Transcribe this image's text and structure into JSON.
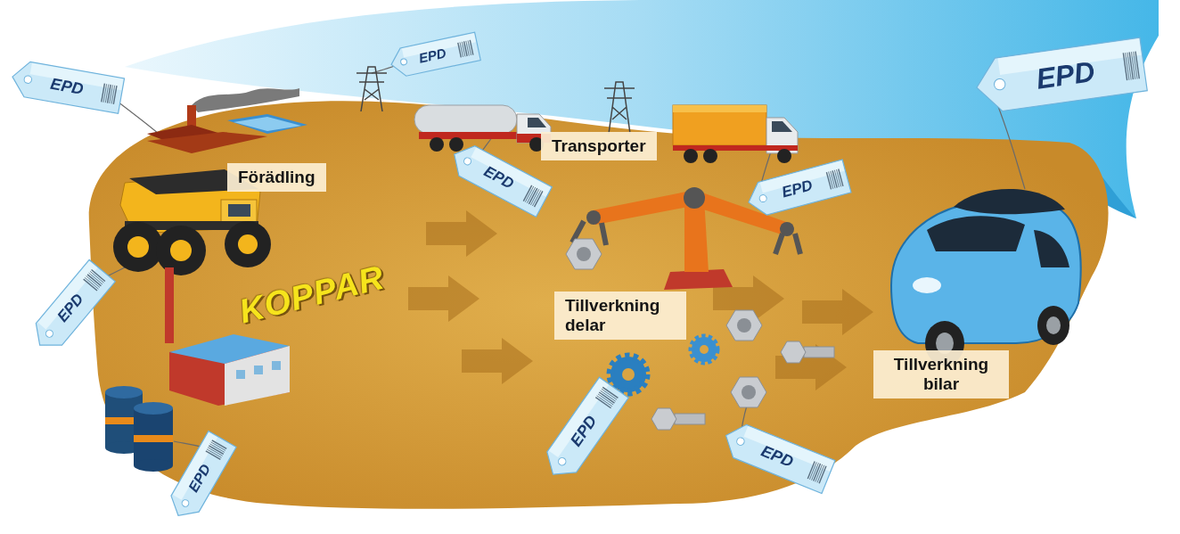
{
  "diagram": {
    "nodes": [
      {
        "text": [
          "EPD"
        ]
      },
      {
        "text": [
          "EPD"
        ]
      },
      {
        "text": [
          "Transporter"
        ]
      },
      {
        "text": [
          "EPD"
        ]
      },
      {
        "text": [
          "Förädling"
        ]
      },
      {
        "text": [
          "EPD"
        ]
      },
      {
        "text": [
          "EPD"
        ]
      },
      {
        "text": [
          "EPD"
        ]
      },
      {
        "text": [
          "Tillverkning delar"
        ]
      },
      {
        "text": [
          "Tillverkning bilar"
        ]
      },
      {
        "text": [
          "EPD"
        ]
      },
      {
        "text": [
          "EPD"
        ]
      },
      {
        "text": [
          "EPD"
        ]
      }
    ],
    "labels": [
      "KOPPAR"
    ]
  }
}
